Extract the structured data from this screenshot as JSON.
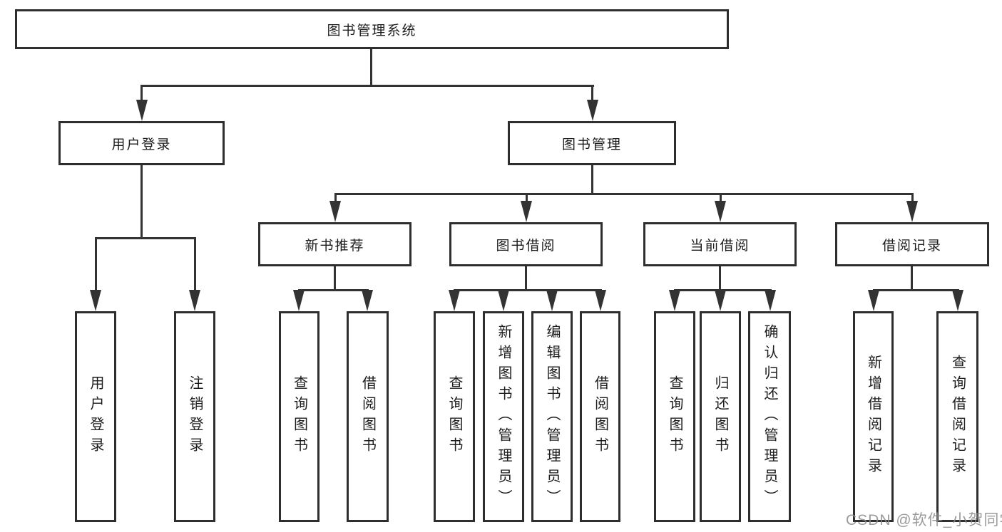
{
  "diagram": {
    "root": "图书管理系统",
    "level2": [
      "用户登录",
      "图书管理"
    ],
    "level3": [
      "新书推荐",
      "图书借阅",
      "当前借阅",
      "借阅记录"
    ],
    "leaves": {
      "user_login": [
        "用户登录",
        "注销登录"
      ],
      "new_book_recommend": [
        "查询图书",
        "借阅图书"
      ],
      "book_borrow": [
        "查询图书",
        "新增图书（管理员）",
        "编辑图书（管理员）",
        "借阅图书"
      ],
      "current_borrow": [
        "查询图书",
        "归还图书",
        "确认归还（管理员）"
      ],
      "borrow_records": [
        "新增借阅记录",
        "查询借阅记录"
      ]
    }
  },
  "watermark": "CSDN @软件_小贺同学",
  "colors": {
    "line": "#333333",
    "box_border": "#2e2e2e",
    "text": "#1c1c1c",
    "watermark": "#8a8a8a",
    "background": "#ffffff"
  }
}
